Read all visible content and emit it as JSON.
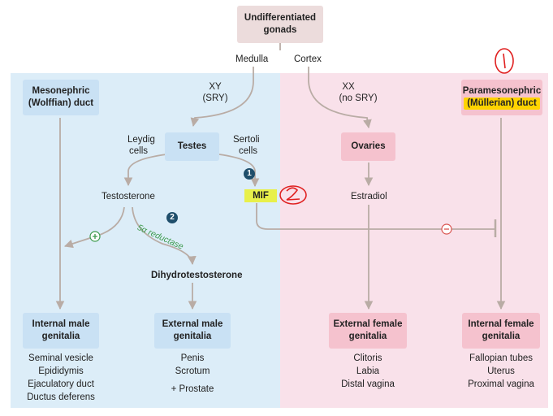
{
  "top": {
    "gonads": "Undifferentiated gonads",
    "medulla": "Medulla",
    "cortex": "Cortex"
  },
  "male": {
    "xy": "XY",
    "sry": "(SRY)",
    "wolffian_line1": "Mesonephric",
    "wolffian_line2": "(Wolffian) duct",
    "testes": "Testes",
    "leydig": "Leydig",
    "leydig_cells": "cells",
    "sertoli": "Sertoli",
    "sertoli_cells": "cells",
    "testosterone": "Testosterone",
    "mif": "MIF",
    "enzyme": "5α reductase",
    "dht": "Dihydrotestosterone",
    "step1": "1",
    "step2": "2",
    "internal_line1": "Internal male",
    "internal_line2": "genitalia",
    "internal_items": [
      "Seminal vesicle",
      "Epididymis",
      "Ejaculatory duct",
      "Ductus deferens"
    ],
    "external_line1": "External male",
    "external_line2": "genitalia",
    "external_items": [
      "Penis",
      "Scrotum"
    ],
    "external_extra": "+ Prostate"
  },
  "female": {
    "xx": "XX",
    "no_sry": "(no SRY)",
    "mullerian_line1": "Paramesonephric",
    "mullerian_line2": "(Müllerian) duct",
    "ovaries": "Ovaries",
    "estradiol": "Estradiol",
    "external_line1": "External female",
    "external_line2": "genitalia",
    "external_items": [
      "Clitoris",
      "Labia",
      "Distal vagina"
    ],
    "internal_line1": "Internal female",
    "internal_line2": "genitalia",
    "internal_items": [
      "Fallopian tubes",
      "Uterus",
      "Proximal vagina"
    ]
  },
  "annotations": {
    "mark1": "1",
    "mark2": "2"
  },
  "colors": {
    "line": "#b9aca5",
    "male_bg": "#dcedf8",
    "female_bg": "#f9e1ea",
    "highlight": "#ffd400",
    "annotation": "#e02020",
    "stimulate": "#3c9a4c",
    "inhibit": "#d9534f"
  }
}
